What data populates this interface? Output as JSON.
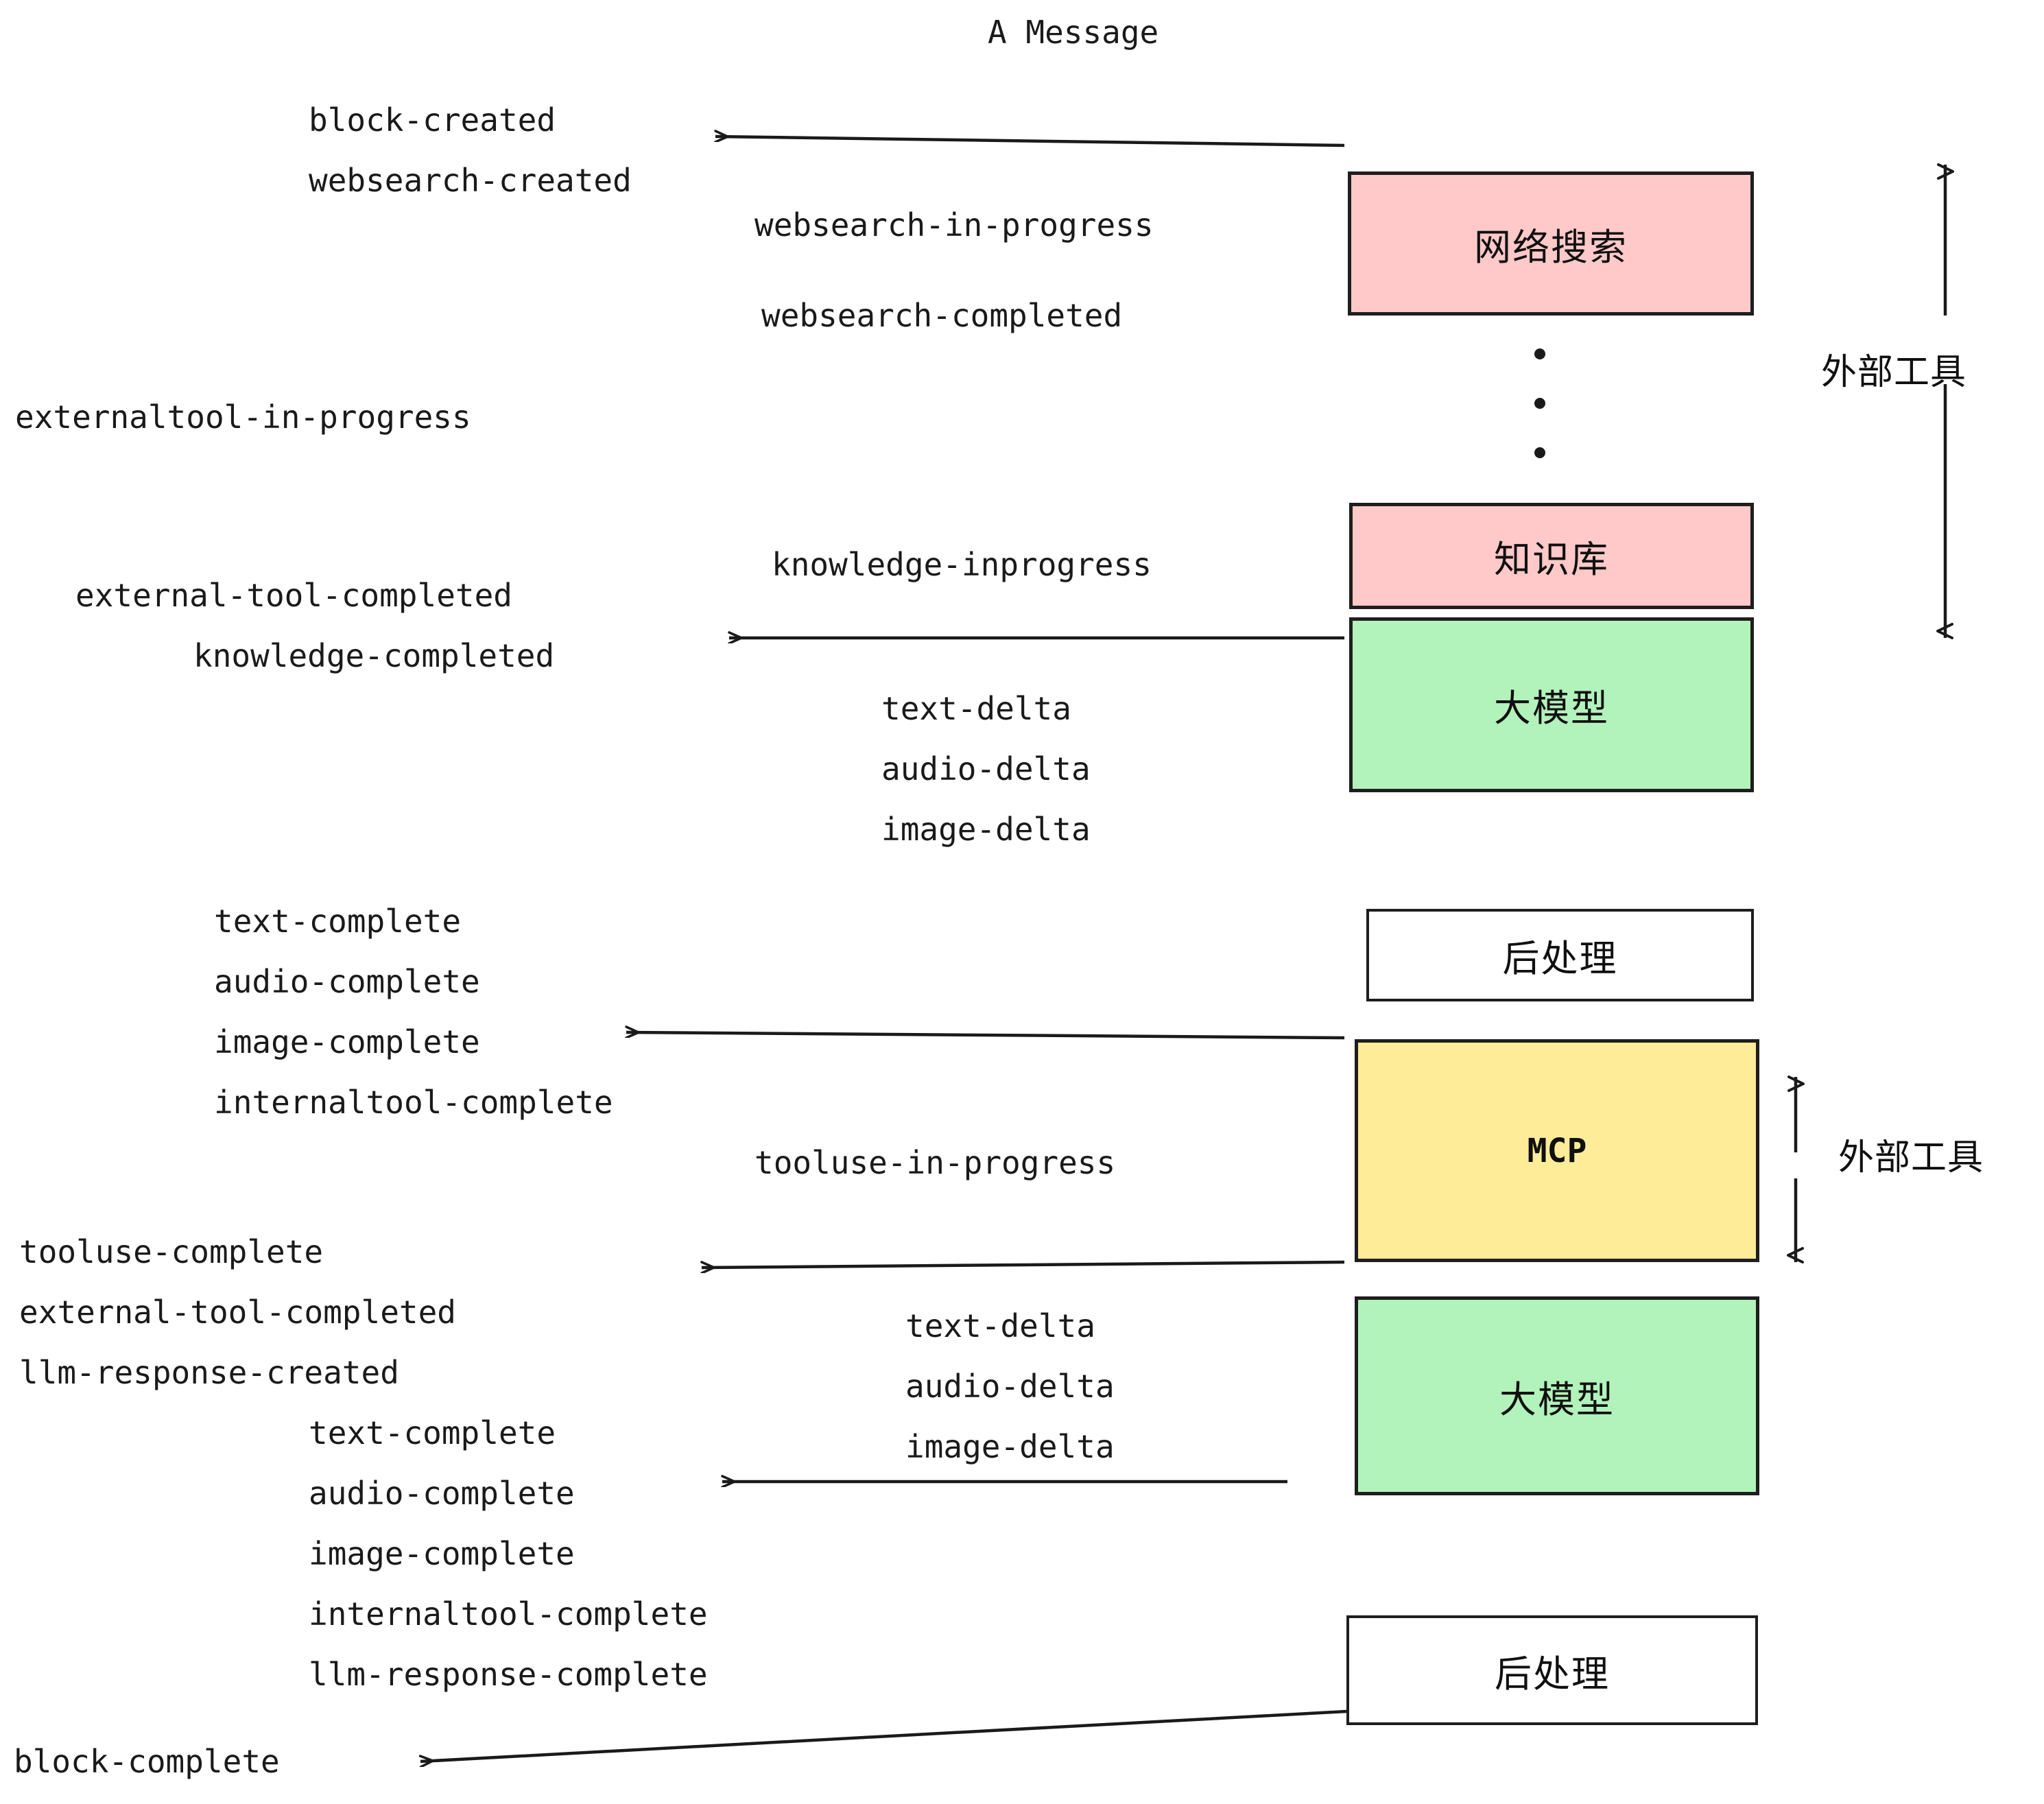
{
  "diagram": {
    "title": "A Message",
    "colors": {
      "pink": "#ffc9c9",
      "green": "#b2f2bb",
      "yellow": "#ffec99",
      "white": "#ffffff",
      "stroke": "#1e1e1e",
      "text": "#1a1a1a"
    },
    "nodes": [
      {
        "id": "websearch",
        "label": "网络搜索",
        "fill": "#ffc9c9"
      },
      {
        "id": "knowledge",
        "label": "知识库",
        "fill": "#ffc9c9"
      },
      {
        "id": "llm1",
        "label": "大模型",
        "fill": "#b2f2bb"
      },
      {
        "id": "post1",
        "label": "后处理",
        "fill": "#ffffff"
      },
      {
        "id": "mcp",
        "label": "MCP",
        "fill": "#ffec99"
      },
      {
        "id": "llm2",
        "label": "大模型",
        "fill": "#b2f2bb"
      },
      {
        "id": "post2",
        "label": "后处理",
        "fill": "#ffffff"
      }
    ],
    "side_labels": [
      {
        "id": "external-tool-top",
        "label": "外部工具"
      },
      {
        "id": "external-tool-bottom",
        "label": "外部工具"
      }
    ],
    "events": [
      {
        "id": "block-created",
        "text": "block-created"
      },
      {
        "id": "websearch-created",
        "text": "websearch-created"
      },
      {
        "id": "websearch-in-progress",
        "text": "websearch-in-progress"
      },
      {
        "id": "websearch-completed",
        "text": "websearch-completed"
      },
      {
        "id": "externaltool-in-progress",
        "text": "externaltool-in-progress"
      },
      {
        "id": "knowledge-inprogress",
        "text": "knowledge-inprogress"
      },
      {
        "id": "external-tool-completed-1",
        "text": "external-tool-completed"
      },
      {
        "id": "knowledge-completed",
        "text": "knowledge-completed"
      },
      {
        "id": "text-delta-1",
        "text": "text-delta"
      },
      {
        "id": "audio-delta-1",
        "text": "audio-delta"
      },
      {
        "id": "image-delta-1",
        "text": "image-delta"
      },
      {
        "id": "text-complete-1",
        "text": "text-complete"
      },
      {
        "id": "audio-complete-1",
        "text": "audio-complete"
      },
      {
        "id": "image-complete-1",
        "text": "image-complete"
      },
      {
        "id": "internaltool-complete-1",
        "text": "internaltool-complete"
      },
      {
        "id": "tooluse-in-progress",
        "text": "tooluse-in-progress"
      },
      {
        "id": "tooluse-complete",
        "text": "tooluse-complete"
      },
      {
        "id": "external-tool-completed-2",
        "text": "external-tool-completed"
      },
      {
        "id": "llm-response-created",
        "text": "llm-response-created"
      },
      {
        "id": "text-delta-2",
        "text": "text-delta"
      },
      {
        "id": "audio-delta-2",
        "text": "audio-delta"
      },
      {
        "id": "image-delta-2",
        "text": "image-delta"
      },
      {
        "id": "text-complete-2",
        "text": "text-complete"
      },
      {
        "id": "audio-complete-2",
        "text": "audio-complete"
      },
      {
        "id": "image-complete-2",
        "text": "image-complete"
      },
      {
        "id": "internaltool-complete-2",
        "text": "internaltool-complete"
      },
      {
        "id": "llm-response-complete",
        "text": "llm-response-complete"
      },
      {
        "id": "block-complete",
        "text": "block-complete"
      }
    ]
  }
}
